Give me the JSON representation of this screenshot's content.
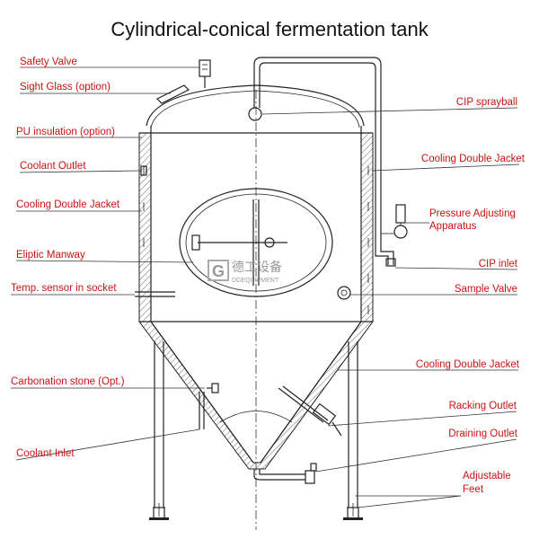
{
  "title": "Cylindrical-conical fermentation tank",
  "watermark": {
    "logo_letter": "G",
    "chinese": "德工设备",
    "english": "DGEQUIPMENT"
  },
  "labels": {
    "safety_valve": "Safety Valve",
    "sight_glass": "Sight Glass (option)",
    "pu_insulation": "PU insulation (option)",
    "coolant_outlet": "Coolant Outlet",
    "cooling_jacket_left": "Cooling Double Jacket",
    "eliptic_manway": "Eliptic Manway",
    "temp_sensor": "Temp. sensor in socket",
    "carbonation_stone": "Carbonation stone (Opt.)",
    "coolant_inlet": "Coolant Inlet",
    "cip_sprayball": "CIP sprayball",
    "cooling_jacket_right_top": "Cooling Double Jacket",
    "pressure_adjusting_1": "Pressure Adjusting",
    "pressure_adjusting_2": "Apparatus",
    "cip_inlet": "CIP inlet",
    "sample_valve": "Sample Valve",
    "cooling_jacket_right_cone": "Cooling Double Jacket",
    "racking_outlet": "Racking Outlet",
    "draining_outlet": "Draining Outlet",
    "adjustable_feet_1": "Adjustable",
    "adjustable_feet_2": "Feet"
  },
  "colors": {
    "label": "#cc1111",
    "line": "#222222"
  }
}
